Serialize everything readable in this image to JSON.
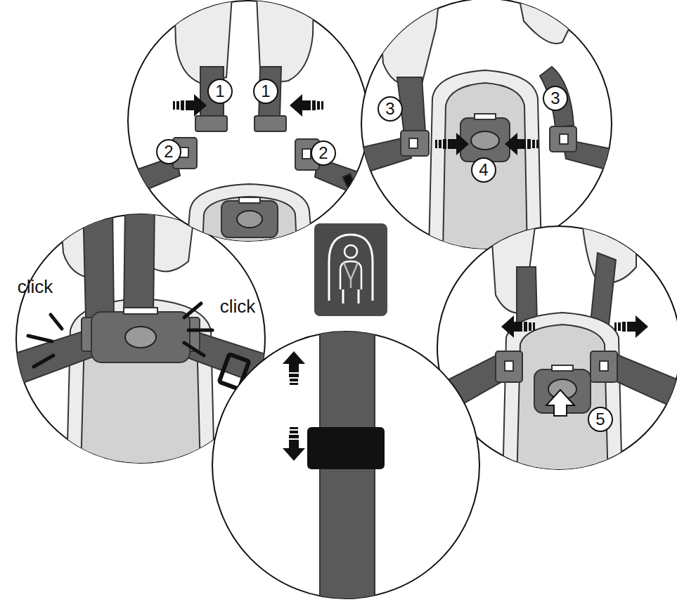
{
  "diagram": {
    "labels": [
      "1",
      "1",
      "3",
      "3",
      "2",
      "2",
      "4",
      "click",
      "click",
      "5"
    ]
  }
}
